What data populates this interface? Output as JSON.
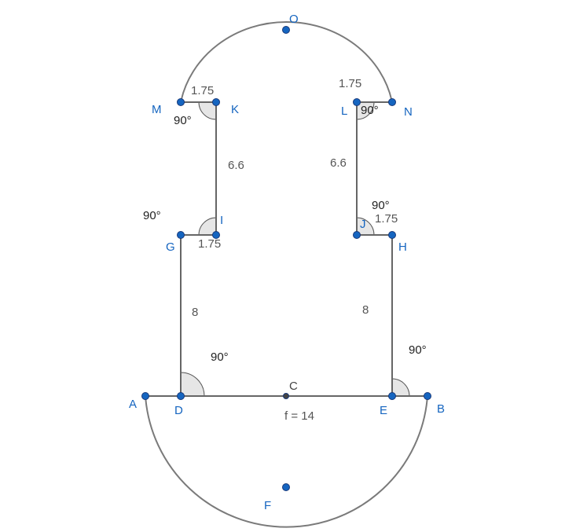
{
  "points": {
    "A": "A",
    "B": "B",
    "C": "C",
    "D": "D",
    "E": "E",
    "F": "F",
    "G": "G",
    "H": "H",
    "I": "I",
    "J": "J",
    "K": "K",
    "L": "L",
    "M": "M",
    "N": "N",
    "O": "O"
  },
  "segment_labels": {
    "DE": "f = 14",
    "GD": "8",
    "HE": "8",
    "IK": "6.6",
    "JL": "6.6",
    "GI": "1.75",
    "JH": "1.75",
    "MK": "1.75",
    "LN": "1.75"
  },
  "angle_labels": {
    "K": "90°",
    "L": "90°",
    "I": "90°",
    "J": "90°",
    "D": "90°",
    "E": "90°"
  },
  "colors": {
    "point_blue": "#1565c0",
    "point_dark": "#444444",
    "segment": "#666666",
    "angle_fill": "#e6e6e6"
  }
}
